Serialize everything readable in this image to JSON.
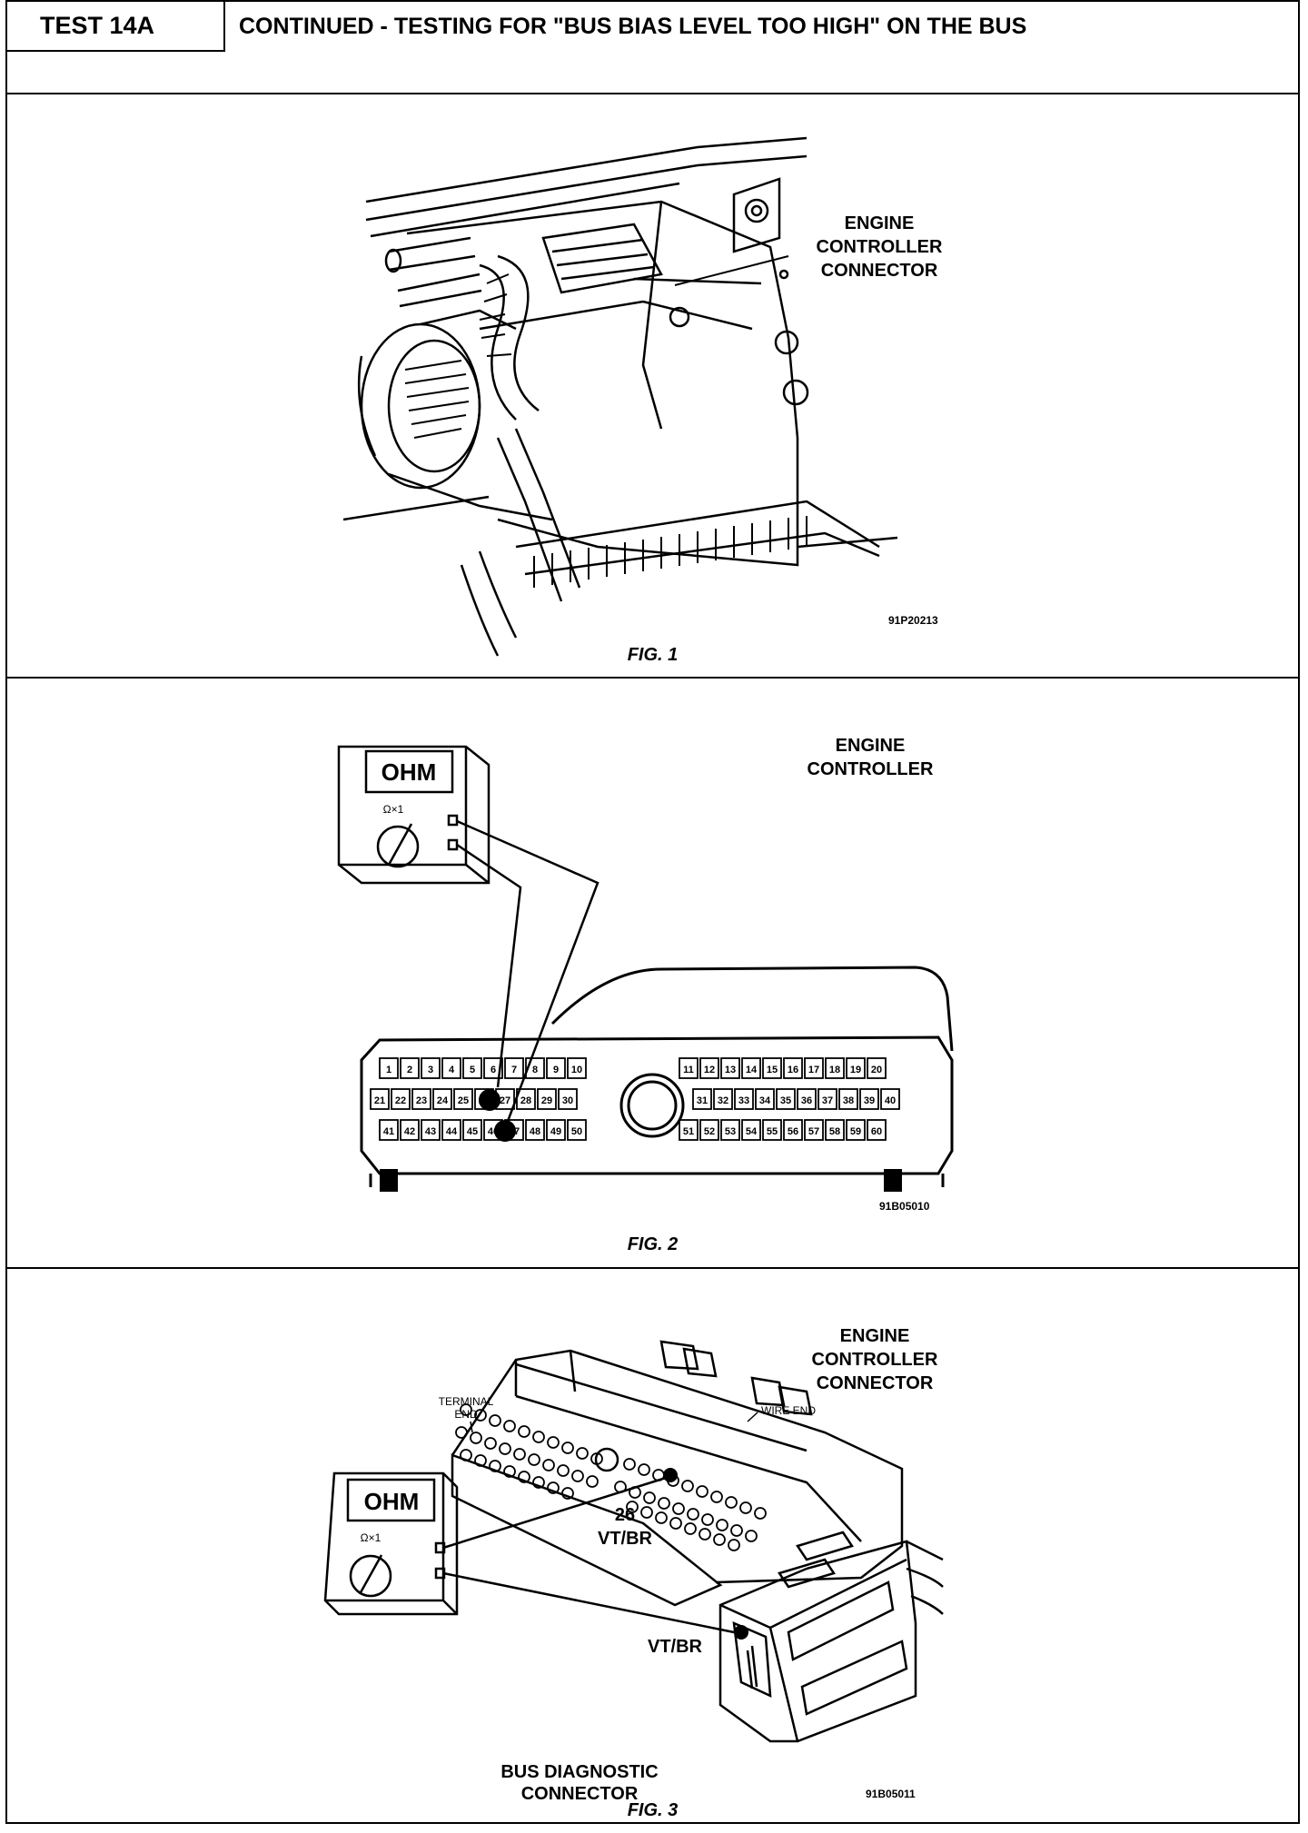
{
  "header": {
    "test_id": "TEST 14A",
    "title": "CONTINUED - TESTING FOR \"BUS BIAS LEVEL TOO HIGH\" ON THE BUS"
  },
  "fig1": {
    "callout": [
      "ENGINE",
      "CONTROLLER",
      "CONNECTOR"
    ],
    "code": "91P20213",
    "caption": "FIG. 1"
  },
  "fig2": {
    "callout": [
      "ENGINE",
      "CONTROLLER"
    ],
    "meter_display": "OHM",
    "meter_range": "Ω×1",
    "code": "91B05010",
    "caption": "FIG. 2",
    "rows": [
      [
        "1",
        "2",
        "3",
        "4",
        "5",
        "6",
        "7",
        "8",
        "9",
        "10"
      ],
      [
        "21",
        "22",
        "23",
        "24",
        "25",
        "26",
        "27",
        "28",
        "29",
        "30"
      ],
      [
        "41",
        "42",
        "43",
        "44",
        "45",
        "46",
        "47",
        "48",
        "49",
        "50"
      ],
      [
        "11",
        "12",
        "13",
        "14",
        "15",
        "16",
        "17",
        "18",
        "19",
        "20"
      ],
      [
        "31",
        "32",
        "33",
        "34",
        "35",
        "36",
        "37",
        "38",
        "39",
        "40"
      ],
      [
        "51",
        "52",
        "53",
        "54",
        "55",
        "56",
        "57",
        "58",
        "59",
        "60"
      ]
    ]
  },
  "fig3": {
    "callout": [
      "ENGINE",
      "CONTROLLER",
      "CONNECTOR"
    ],
    "terminal_end": [
      "TERMINAL",
      "END"
    ],
    "wire_end": "WIRE END",
    "meter_display": "OHM",
    "meter_range": "Ω×1",
    "pin_number": "26",
    "pin_wire": "VT/BR",
    "diag_wire": "VT/BR",
    "diag_label": [
      "BUS DIAGNOSTIC",
      "CONNECTOR"
    ],
    "code": "91B05011",
    "caption": "FIG. 3"
  }
}
